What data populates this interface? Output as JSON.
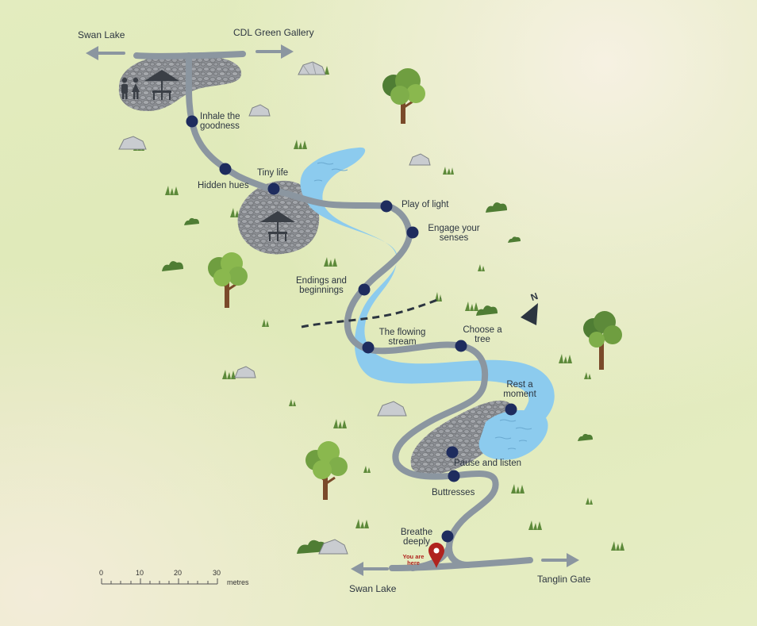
{
  "directions": {
    "top_left": "Swan Lake",
    "top_right": "CDL Green Gallery",
    "bottom_left": "Swan Lake",
    "bottom_right": "Tanglin Gate"
  },
  "stations": [
    {
      "id": "inhale",
      "label": "Inhale the goodness"
    },
    {
      "id": "hidden-hues",
      "label": "Hidden hues"
    },
    {
      "id": "tiny-life",
      "label": "Tiny life"
    },
    {
      "id": "play-of-light",
      "label": "Play of light"
    },
    {
      "id": "engage",
      "label": "Engage your senses"
    },
    {
      "id": "endings",
      "label": "Endings and beginnings"
    },
    {
      "id": "flowing-stream",
      "label": "The flowing stream"
    },
    {
      "id": "choose-tree",
      "label": "Choose a tree"
    },
    {
      "id": "rest",
      "label": "Rest a moment"
    },
    {
      "id": "pause",
      "label": "Pause and listen"
    },
    {
      "id": "buttresses",
      "label": "Buttresses"
    },
    {
      "id": "breathe",
      "label": "Breathe deeply"
    }
  ],
  "you_are_here": "You are here",
  "compass": "N",
  "scale": {
    "ticks": [
      "0",
      "10",
      "20",
      "30"
    ],
    "unit": "metres"
  },
  "colors": {
    "path": "#8b96a0",
    "water": "#8ccbee",
    "station": "#1e2c5e",
    "rock": "#8a8d91",
    "tree": "#7fae4a",
    "trunk": "#7a4a2a",
    "pin": "#b0231e"
  }
}
